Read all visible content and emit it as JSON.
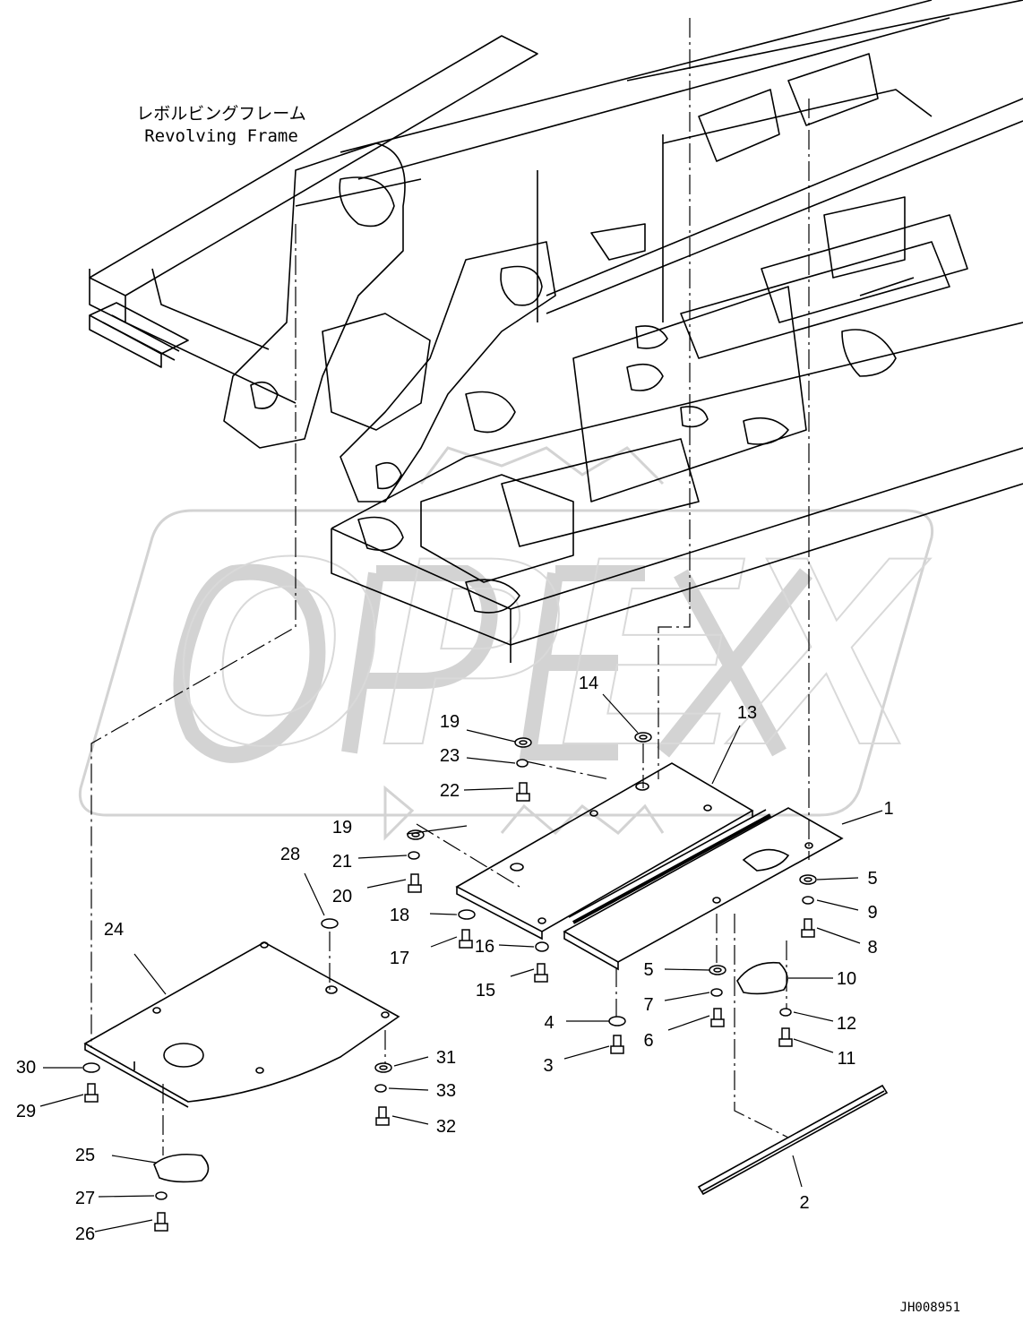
{
  "frame_label": {
    "japanese": "レボルビングフレーム",
    "english": "Revolving Frame"
  },
  "watermark": {
    "text": "OPEX",
    "color": "#d8d8d8"
  },
  "drawing_number": "JH008951",
  "callouts": [
    "1",
    "2",
    "3",
    "4",
    "5",
    "5",
    "6",
    "7",
    "8",
    "9",
    "10",
    "11",
    "12",
    "13",
    "14",
    "15",
    "16",
    "17",
    "18",
    "19",
    "19",
    "20",
    "21",
    "22",
    "23",
    "24",
    "25",
    "26",
    "27",
    "28",
    "29",
    "30",
    "31",
    "32",
    "33"
  ],
  "colors": {
    "line": "#000000",
    "background": "#ffffff",
    "watermark": "#d8d8d8"
  }
}
